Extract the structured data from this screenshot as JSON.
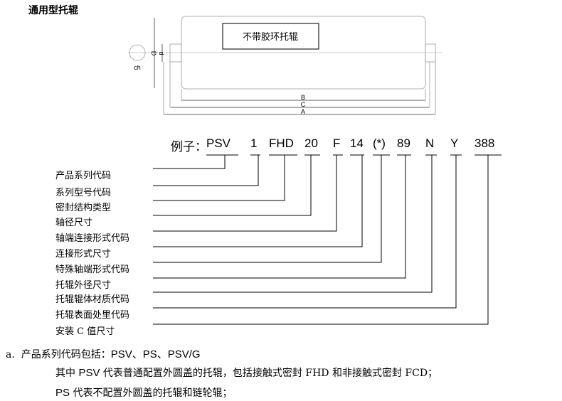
{
  "title": "通用型托辊",
  "drawing": {
    "box_label": "不带胶环托辊",
    "dims": {
      "B": "B",
      "C": "C",
      "A": "A",
      "D": "D",
      "d": "d",
      "ch": "ch"
    }
  },
  "example": {
    "prefix": "例子：",
    "codes": [
      "PSV",
      "1",
      "FHD",
      "20",
      "F",
      "14",
      "(*)",
      "89",
      "N",
      "Y",
      "388"
    ]
  },
  "labels": [
    "产品系列代码",
    "系列型号代码",
    "密封结构类型",
    "轴径尺寸",
    "轴端连接形式代码",
    "连接形式尺寸",
    "特殊轴端形式代码",
    "托辊外径尺寸",
    "托辊辊体材质代码",
    "托辊表面处里代码",
    "安装 C 值尺寸"
  ],
  "notes": {
    "a_marker": "a.",
    "a_text": "产品系列代码包括：",
    "a_codes": "PSV、PS、PSV/G",
    "line2_a": "其中",
    "line2_b": "PSV",
    "line2_c": "代表普通配置外圆盖的托辊，包括接触式密封 FHD 和非接触式密封 FCD；",
    "line3_a": "PS",
    "line3_b": "代表不配置外圆盖的托辊和链轮辊；"
  }
}
